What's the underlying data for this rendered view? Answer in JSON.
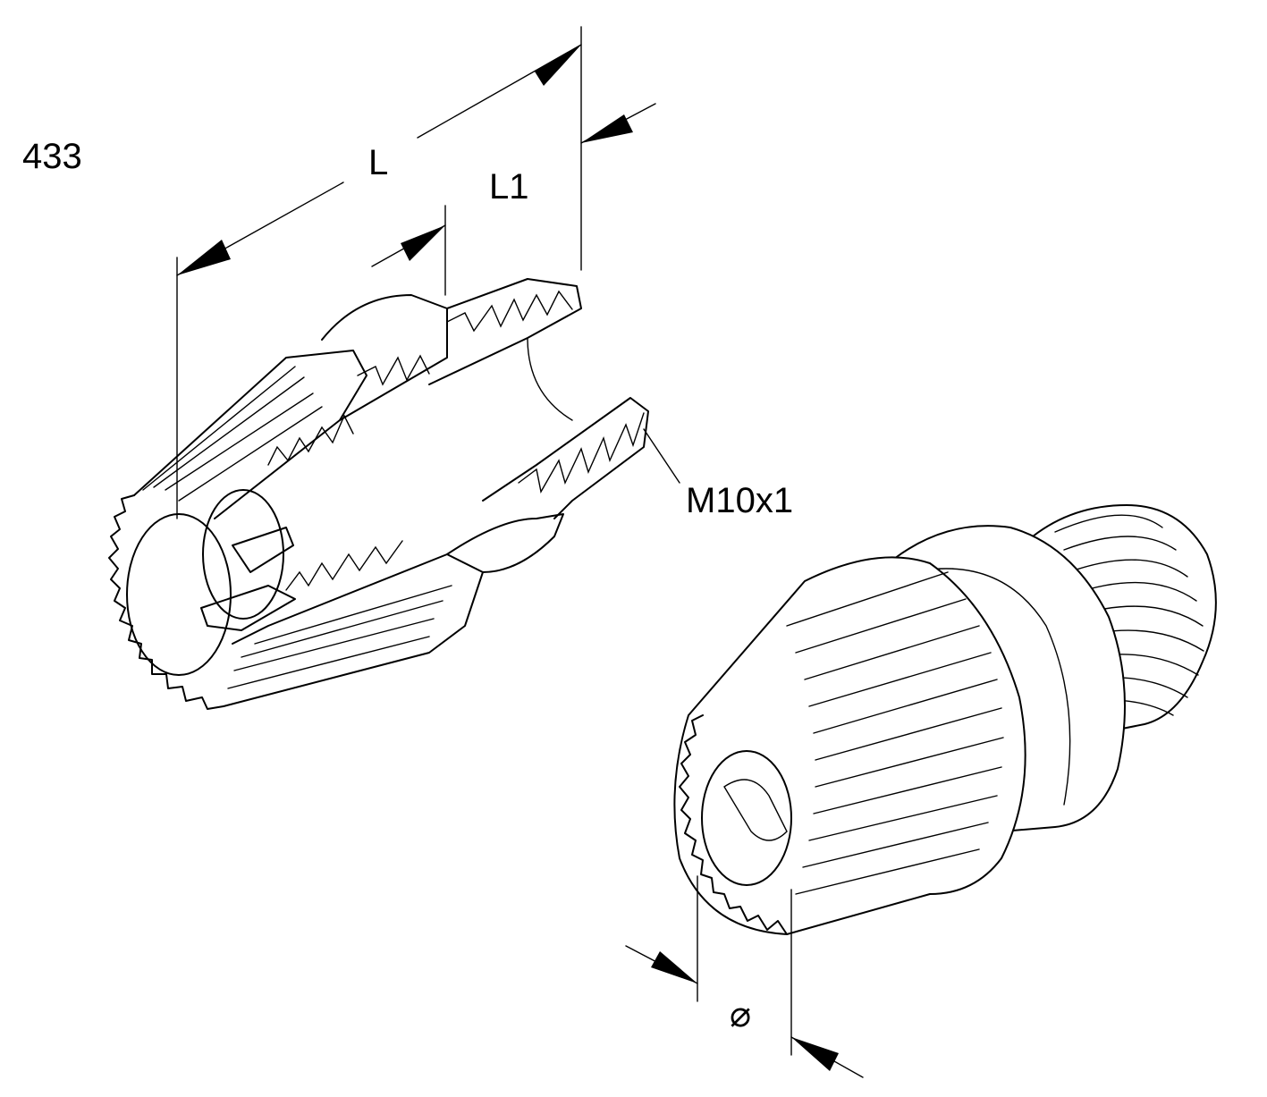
{
  "figure_number": "433",
  "dimensions": {
    "length": "L",
    "thread_length": "L1",
    "thread": "M10x1",
    "diameter": "⌀"
  },
  "colors": {
    "line": "#000000",
    "background": "#ffffff"
  }
}
